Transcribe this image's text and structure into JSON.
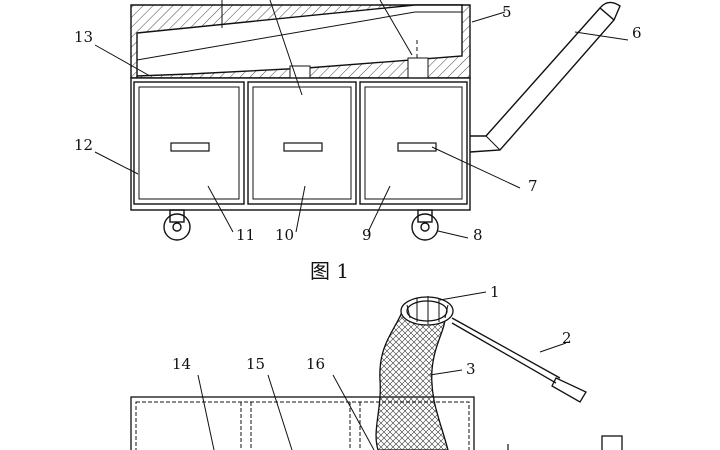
{
  "figure1": {
    "caption": "图 1",
    "labels": {
      "l5": "5",
      "l6": "6",
      "l7": "7",
      "l8": "8",
      "l9": "9",
      "l10": "10",
      "l11": "11",
      "l12": "12",
      "l13": "13"
    }
  },
  "figure2": {
    "labels": {
      "l1": "1",
      "l2": "2",
      "l3": "3",
      "l14": "14",
      "l15": "15",
      "l16": "16"
    }
  },
  "colors": {
    "ink": "#111111",
    "background": "#ffffff"
  }
}
